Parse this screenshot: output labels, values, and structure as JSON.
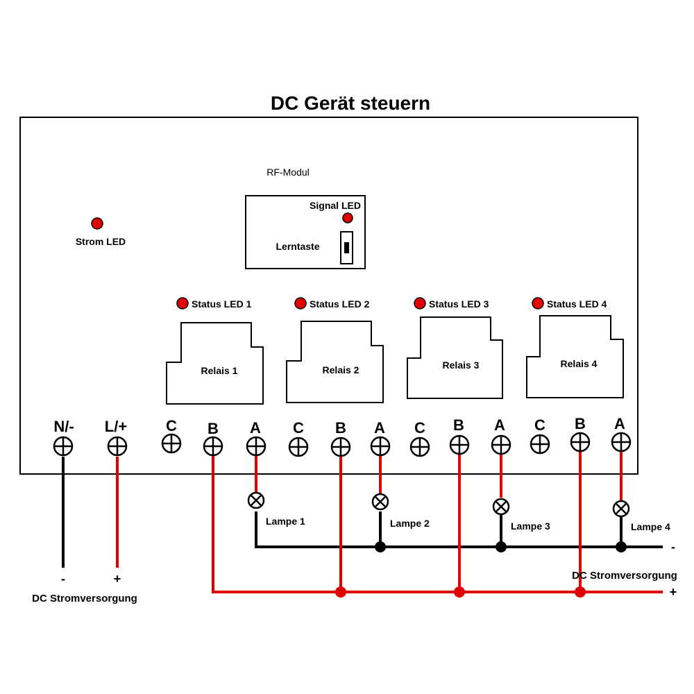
{
  "title": "DC Gerät steuern",
  "rf_module": {
    "label": "RF-Modul",
    "signal_led": "Signal LED",
    "learn_button": "Lerntaste"
  },
  "power_led": "Strom LED",
  "status_leds": [
    "Status LED 1",
    "Status LED 2",
    "Status LED 3",
    "Status LED 4"
  ],
  "relays": [
    "Relais 1",
    "Relais 2",
    "Relais 3",
    "Relais 4"
  ],
  "terminals": [
    "N/-",
    "L/+",
    "C",
    "B",
    "A",
    "C",
    "B",
    "A",
    "C",
    "B",
    "A",
    "C",
    "B",
    "A"
  ],
  "lamps": [
    "Lampe 1",
    "Lampe 2",
    "Lampe 3",
    "Lampe 4"
  ],
  "power_supply_left": {
    "label": "DC Stromversorgung",
    "minus": "-",
    "plus": "+"
  },
  "power_supply_right": {
    "label": "DC Stromversorgung",
    "minus": "-",
    "plus": "+"
  },
  "colors": {
    "led": "#e00000",
    "wire_positive": "#e00000",
    "wire_negative": "#000000"
  }
}
